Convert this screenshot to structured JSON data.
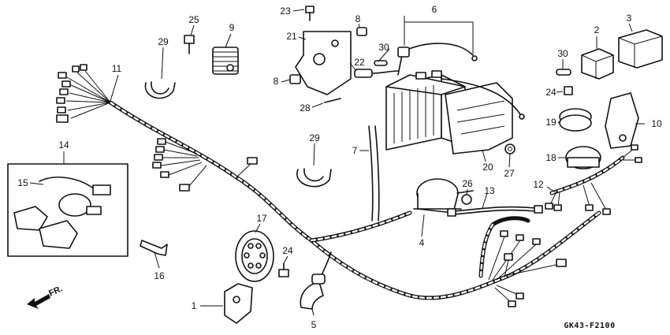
{
  "diagram": {
    "drawing_code": "GK43-F2100",
    "direction_label": "FR.",
    "callouts": {
      "c1": "1",
      "c2": "2",
      "c3": "3",
      "c4": "4",
      "c5": "5",
      "c6": "6",
      "c7": "7",
      "c8a": "8",
      "c8b": "8",
      "c9": "9",
      "c10": "10",
      "c11": "11",
      "c12": "12",
      "c13": "13",
      "c14": "14",
      "c15": "15",
      "c16": "16",
      "c17": "17",
      "c18": "18",
      "c19": "19",
      "c20": "20",
      "c21": "21",
      "c22": "22",
      "c23": "23",
      "c24a": "24",
      "c24b": "24",
      "c25": "25",
      "c26": "26",
      "c27": "27",
      "c28": "28",
      "c29a": "29",
      "c29b": "29",
      "c30a": "30",
      "c30b": "30"
    }
  }
}
